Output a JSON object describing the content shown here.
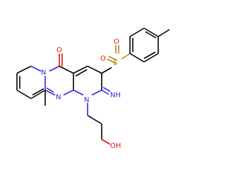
{
  "molecule": {
    "atoms": {
      "N_ring_left": "N",
      "N_ring_mid": "N",
      "N_imine_ring": "N",
      "O_carbonyl": "O",
      "S_sulfonyl": "S",
      "O_sulfonyl_1": "O",
      "O_sulfonyl_2": "O",
      "NH_imine": "NH",
      "OH_hydroxyl": "OH"
    },
    "colors": {
      "nitrogen": "#2b2bd9",
      "oxygen": "#e01010",
      "sulfur": "#b8860b",
      "carbon": "#000000"
    }
  }
}
